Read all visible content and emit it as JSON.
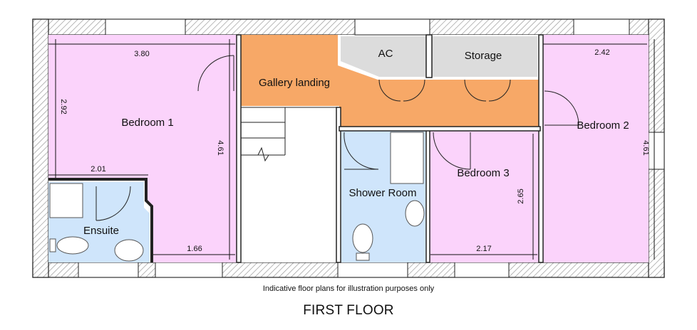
{
  "colors": {
    "bedroom": "#fbd3fb",
    "wet_room": "#cfe5fb",
    "landing": "#f7a867",
    "cupboard": "#dcdcdc",
    "wall_hatch": "#999999"
  },
  "rooms": {
    "bedroom1": "Bedroom 1",
    "bedroom2": "Bedroom 2",
    "bedroom3": "Bedroom 3",
    "ensuite": "Ensuite",
    "shower_room": "Shower Room",
    "gallery_landing": "Gallery landing",
    "ac": "AC",
    "storage": "Storage"
  },
  "dimensions": {
    "bedroom1_width": "3.80",
    "bedroom1_depth_upper": "2.92",
    "bedroom1_depth": "4.61",
    "ensuite_width": "2.01",
    "bedroom1_lower_width": "1.66",
    "bedroom2_width": "2.42",
    "bedroom2_depth": "4.61",
    "bedroom3_depth": "2.65",
    "bedroom3_width": "2.17"
  },
  "disclaimer": "Indicative floor plans for illustration purposes only",
  "floor_title": "FIRST FLOOR"
}
